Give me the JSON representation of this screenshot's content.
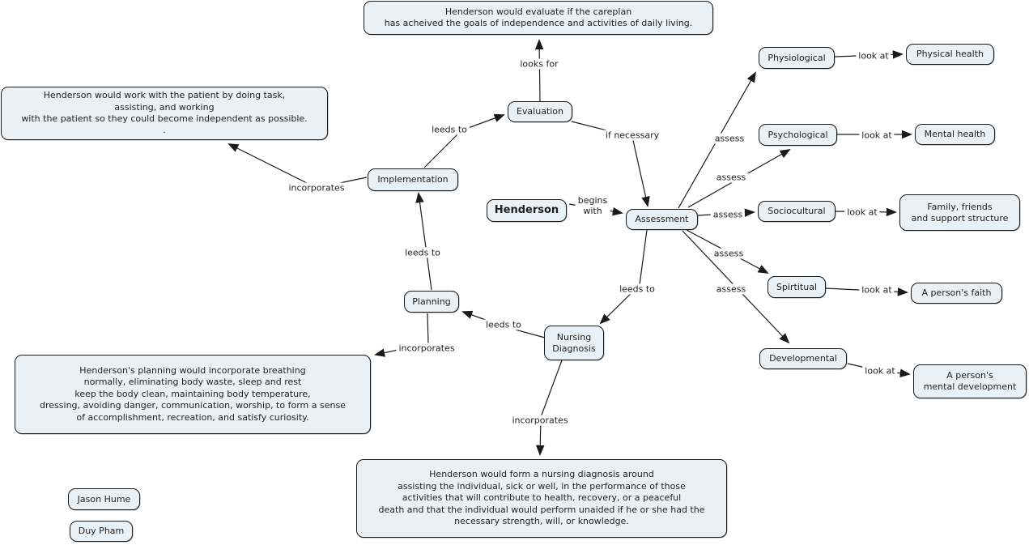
{
  "diagram": {
    "topic": "Henderson",
    "colors": {
      "node_fill": "#e9f1f6",
      "node_border": "#1a1a1a",
      "edge_line": "#1a1a1a",
      "background": "#ffffff"
    },
    "nodes": {
      "henderson": "Henderson",
      "assessment": "Assessment",
      "evaluation": "Evaluation",
      "implementation": "Implementation",
      "planning": "Planning",
      "nursing_diagnosis": "Nursing\nDiagnosis",
      "physiological": "Physiological",
      "psychological": "Psychological",
      "sociocultural": "Sociocultural",
      "spiritual": "Spirtitual",
      "developmental": "Developmental",
      "physical_health": "Physical health",
      "mental_health": "Mental health",
      "family_friends": "Family, friends\nand support structure",
      "persons_faith": "A person's faith",
      "mental_development": "A person's\nmental development",
      "note_evaluation": "Henderson would evaluate if the careplan\nhas acheived the goals of independence and activities of daily living.",
      "note_implementation": "Henderson would work with the patient by doing task,\nassisting, and working\nwith the patient so they could become independent as possible.\n.",
      "note_planning": "Henderson's planning would incorporate breathing\nnormally, eliminating body waste, sleep and rest\nkeep the body clean, maintaining body temperature,\ndressing, avoiding danger, communication, worship, to form a sense\nof accomplishment, recreation, and satisfy curiosity.",
      "note_nursing": "Henderson would form a nursing diagnosis around\nassisting the individual, sick or well, in the performance of those\nactivities that will contribute to health, recovery, or a peaceful\ndeath and that the individual would perform unaided if he or she had the\nnecessary strength, will, or knowledge.",
      "author_jason": "Jason Hume",
      "author_duy": "Duy Pham"
    },
    "link_labels": {
      "looks_for": "looks for",
      "leeds_to": "leeds to",
      "if_necessary": "if necessary",
      "incorporates": "incorporates",
      "begins_with": "begins\nwith",
      "assess": "assess",
      "look_at": "look at"
    }
  }
}
